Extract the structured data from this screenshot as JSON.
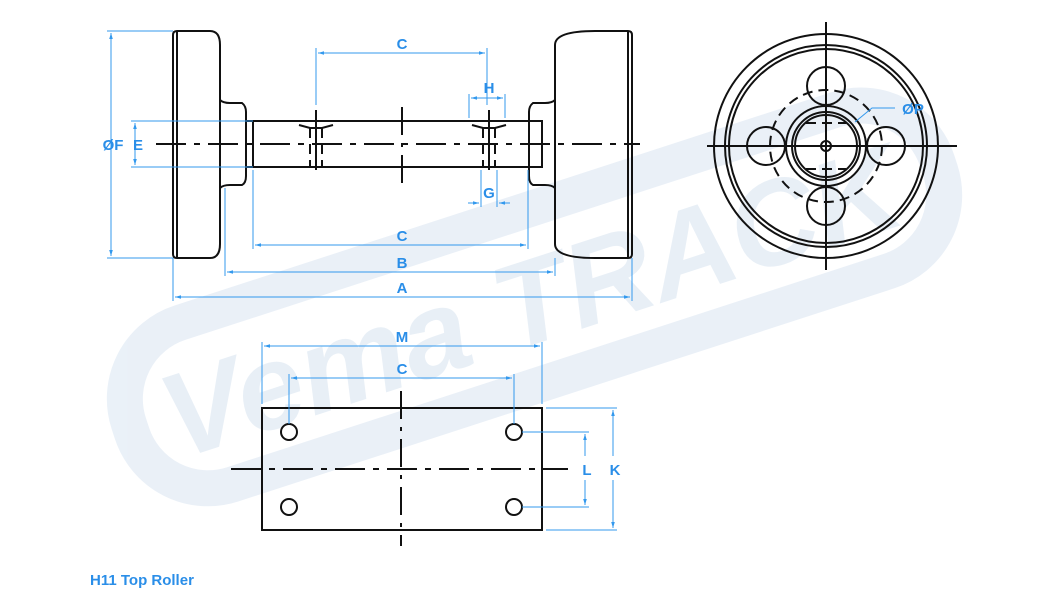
{
  "title": "H11 Top Roller",
  "watermark": "Vema TRACK",
  "labels": {
    "phi_f": "ØF",
    "e": "E",
    "c_top": "C",
    "h": "H",
    "g": "G",
    "c_mid": "C",
    "b": "B",
    "a": "A",
    "phi_p": "ØP",
    "m": "M",
    "c_plate": "C",
    "l": "L",
    "k": "K"
  },
  "colors": {
    "dimension": "#2a8ee8",
    "line": "#111111",
    "watermark": "#e6eef6"
  }
}
